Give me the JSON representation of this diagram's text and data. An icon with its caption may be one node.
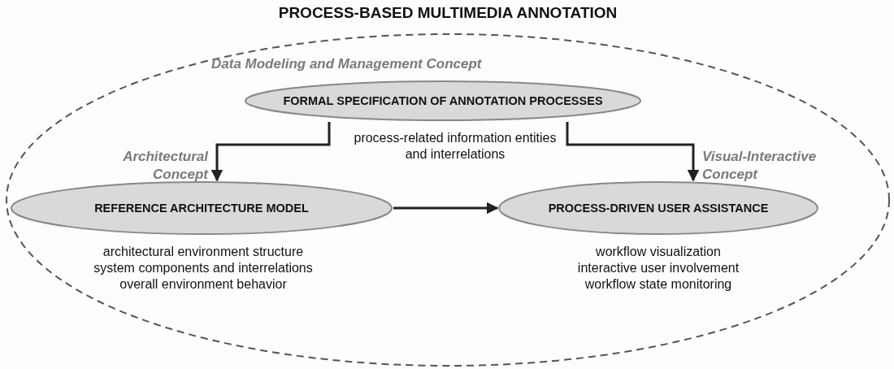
{
  "diagram": {
    "nodes": [
      {
        "text": [
          "PROCESS-BASED MULTIMEDIA ANNOTATION"
        ]
      },
      {
        "text": [
          "FORMAL SPECIFICATION OF ANNOTATION PROCESSES"
        ],
        "in": 0,
        "beside": [
          "Data Modeling and Management Concept",
          "process-related information entities and interrelations"
        ]
      },
      {
        "text": [
          "REFERENCE ARCHITECTURE MODEL"
        ],
        "in": 0,
        "beside": [
          "architectural environment structure",
          "system components and interrelations",
          "overall environment behavior"
        ]
      },
      {
        "text": [
          "PROCESS-DRIVEN USER ASSISTANCE"
        ],
        "in": 0,
        "beside": [
          "workflow visualization",
          "interactive user involvement",
          "workflow state monitoring"
        ]
      }
    ],
    "edges": [
      {
        "from": 1,
        "to": 2,
        "arrow": "to",
        "label": "Architectural Concept"
      },
      {
        "from": 1,
        "to": 3,
        "arrow": "to",
        "label": "Visual-Interactive Concept"
      },
      {
        "from": 2,
        "to": 3,
        "arrow": "to"
      }
    ]
  }
}
